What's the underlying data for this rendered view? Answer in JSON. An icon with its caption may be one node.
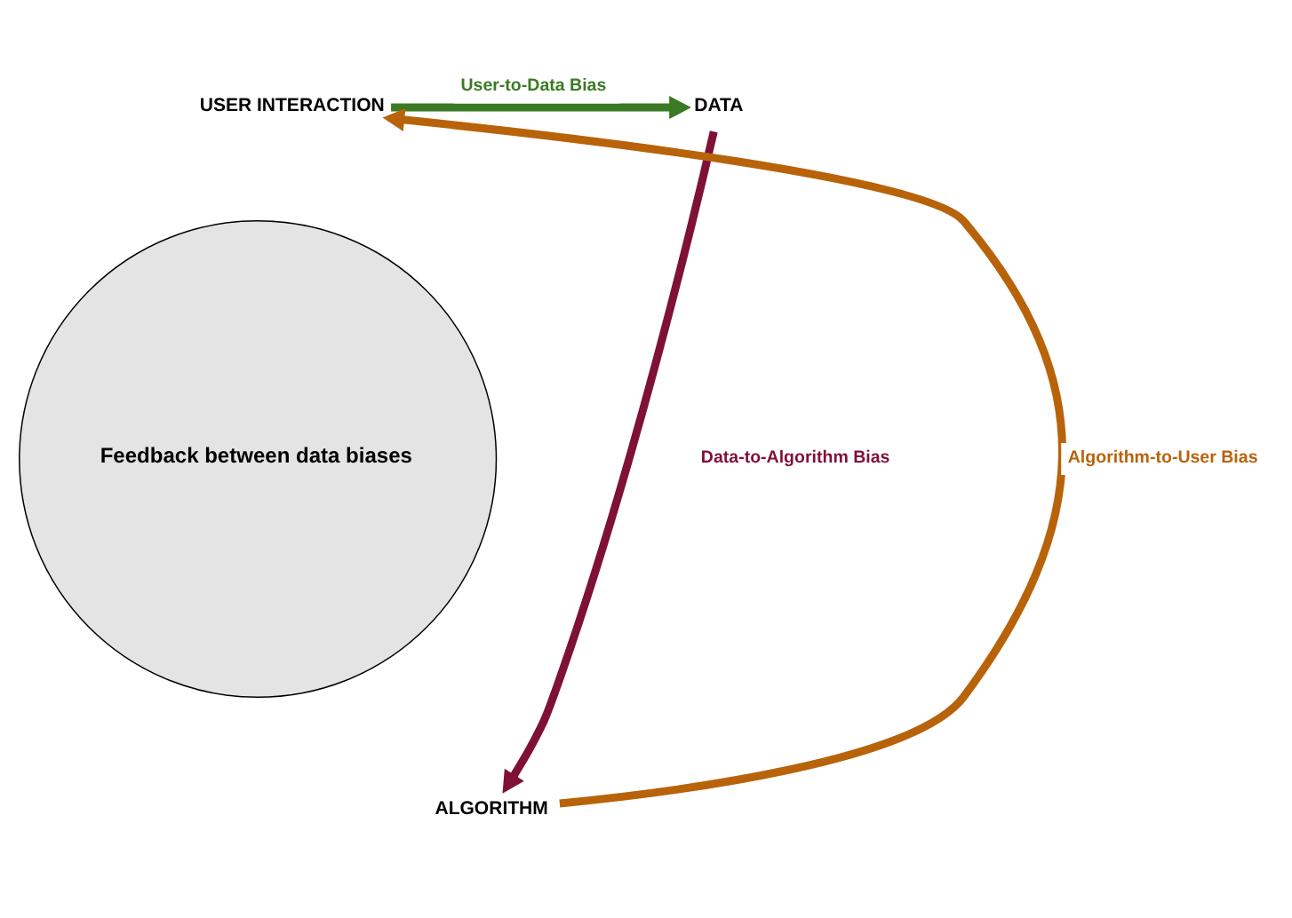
{
  "diagram": {
    "nodes": [
      {
        "text": [
          "Feedback between data biases"
        ]
      },
      {
        "text": [
          "USER INTERACTION"
        ]
      },
      {
        "text": [
          "DATA"
        ]
      },
      {
        "text": [
          "ALGORITHM"
        ]
      }
    ],
    "edges": [
      {
        "from": 1,
        "to": 2,
        "arrow": "to",
        "label": "User-to-Data Bias",
        "color": "#3a7a24"
      },
      {
        "from": 2,
        "to": 3,
        "arrow": "to",
        "label": "Data-to-Algorithm Bias",
        "color": "#7f1036"
      },
      {
        "from": 3,
        "to": 1,
        "arrow": "to",
        "label": "Algorithm-to-User Bias",
        "color": "#b8630a"
      }
    ]
  }
}
